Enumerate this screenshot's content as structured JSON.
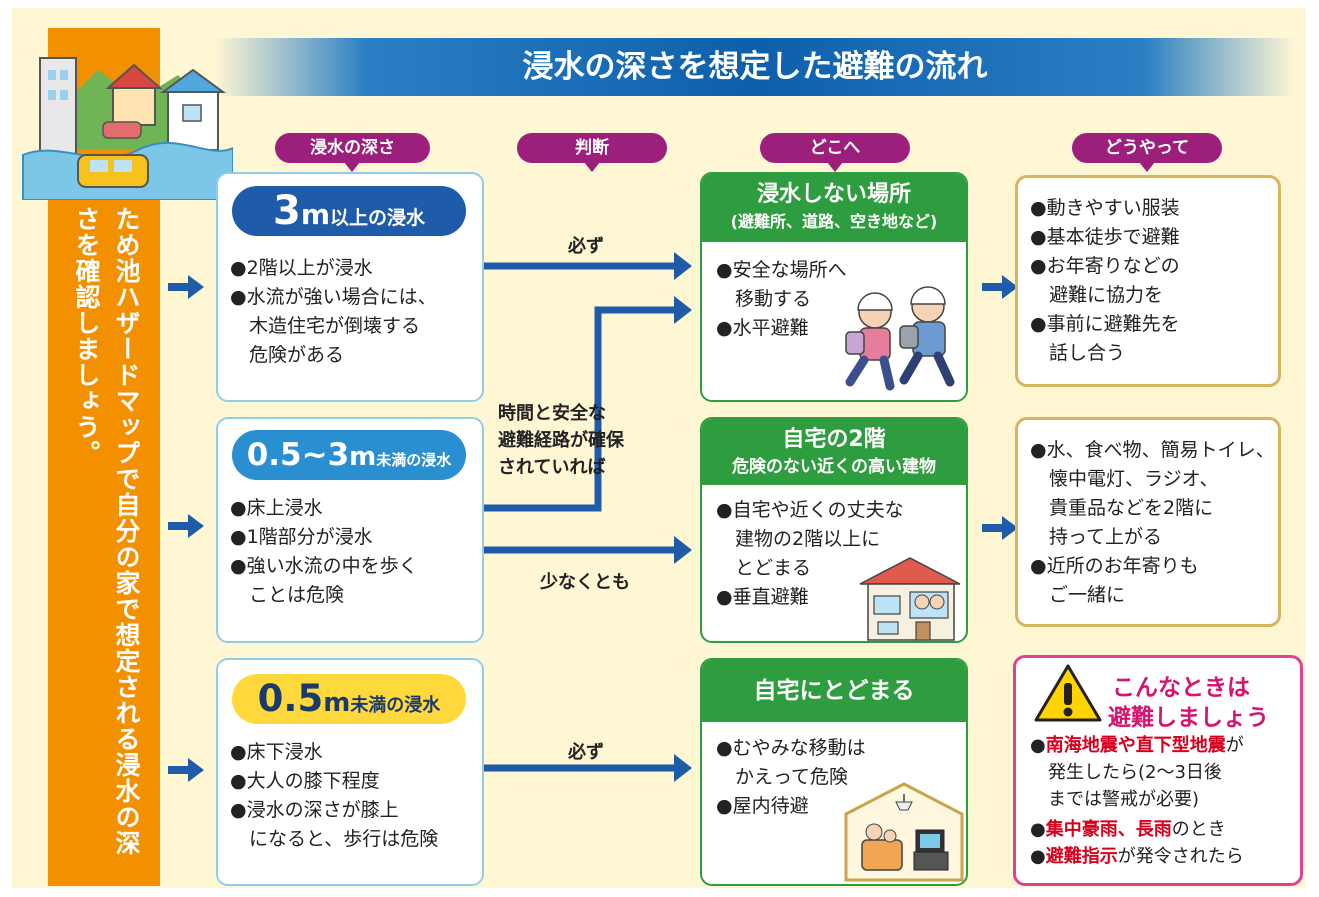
{
  "title": "浸水の深さを想定した避難の流れ",
  "side_text": "ため池ハザードマップで自分の家で想定される浸水の深さを確認しましょう。",
  "headers": {
    "depth": "浸水の深さ",
    "judge": "判断",
    "where": "どこへ",
    "how": "どうやって"
  },
  "depth_rows": [
    {
      "num": "3",
      "unit": "m",
      "suffix": "以上の浸水",
      "body": "●2階以上が浸水\n●水流が強い場合には、\n　木造住宅が倒壊する\n　危険がある"
    },
    {
      "num": "0.5~3",
      "unit": "m",
      "suffix": "未満の浸水",
      "body": "●床上浸水\n●1階部分が浸水\n●強い水流の中を歩く\n　ことは危険"
    },
    {
      "num": "0.5",
      "unit": "m",
      "suffix": "未満の浸水",
      "body": "●床下浸水\n●大人の膝下程度\n●浸水の深さが膝上\n　になると、歩行は危険"
    }
  ],
  "judgments": {
    "must1": "必ず",
    "conditional": "時間と安全な\n避難経路が確保\nされていれば",
    "at_least": "少なくとも",
    "must2": "必ず"
  },
  "destinations": [
    {
      "title": "浸水しない場所",
      "subtitle": "(避難所、道路、空き地など)",
      "body": "●安全な場所へ\n　移動する\n●水平避難"
    },
    {
      "title": "自宅の2階",
      "subtitle": "危険のない近くの高い建物",
      "body": "●自宅や近くの丈夫な\n　建物の2階以上に\n　とどまる\n●垂直避難"
    },
    {
      "title": "自宅にとどまる",
      "body": "●むやみな移動は\n　かえって危険\n●屋内待避"
    }
  ],
  "how": [
    {
      "body": "●動きやすい服装\n●基本徒歩で避難\n●お年寄りなどの\n　避難に協力を\n●事前に避難先を\n　話し合う"
    },
    {
      "body": "●水、食べ物、簡易トイレ、\n　懐中電灯、ラジオ、\n　貴重品などを2階に\n　持って上がる\n●近所のお年寄りも\n　ご一緒に"
    }
  ],
  "caution": {
    "title_line1": "こんなときは",
    "title_line2": "避難しましょう",
    "item1_red": "南海地震や直下型地震",
    "item1_rest": "が\n　発生したら(2～3日後\n　までは警戒が必要)",
    "item2_red": "集中豪雨、長雨",
    "item2_rest": "のとき",
    "item3_red": "避難指示",
    "item3_rest": "が発令されたら"
  },
  "colors": {
    "orange": "#f29000",
    "blue": "#1e5ba8",
    "magenta": "#9c1f7c",
    "green": "#2e9d3f",
    "gold": "#d8b461",
    "pink": "#e0428f",
    "red": "#d6001c",
    "pill_yellow": "#ffd93b"
  },
  "icons": [
    "flooded-town-illustration",
    "evacuating-people-illustration",
    "house-illustration",
    "family-indoors-illustration",
    "warning-icon"
  ]
}
